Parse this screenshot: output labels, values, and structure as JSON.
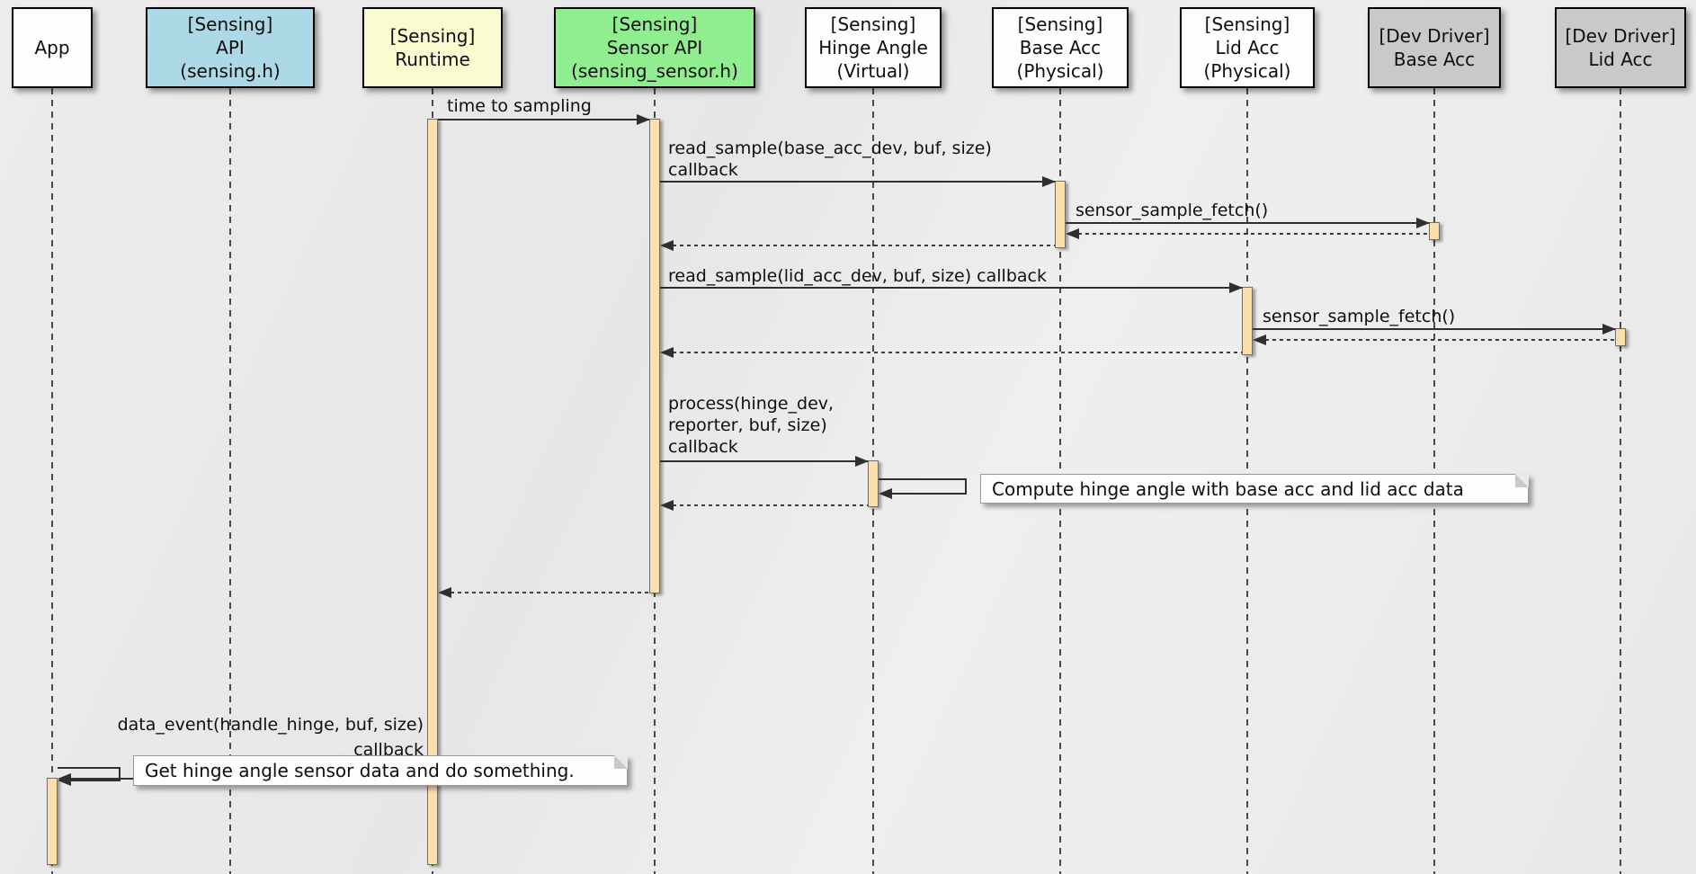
{
  "participants": [
    {
      "id": "app",
      "lines": [
        "App"
      ],
      "color": "#FEFEFE"
    },
    {
      "id": "sensing-api",
      "lines": [
        "[Sensing]",
        "API",
        "(sensing.h)"
      ],
      "color": "#ADD8E6"
    },
    {
      "id": "sensing-runtime",
      "lines": [
        "[Sensing]",
        "Runtime"
      ],
      "color": "#FBFBD0"
    },
    {
      "id": "sensing-sensor-api",
      "lines": [
        "[Sensing]",
        "Sensor API",
        "(sensing_sensor.h)"
      ],
      "color": "#90EE90"
    },
    {
      "id": "hinge-angle",
      "lines": [
        "[Sensing]",
        "Hinge Angle",
        "(Virtual)"
      ],
      "color": "#FEFEFE"
    },
    {
      "id": "base-acc",
      "lines": [
        "[Sensing]",
        "Base Acc",
        "(Physical)"
      ],
      "color": "#FEFEFE"
    },
    {
      "id": "lid-acc",
      "lines": [
        "[Sensing]",
        "Lid Acc",
        "(Physical)"
      ],
      "color": "#FEFEFE"
    },
    {
      "id": "dev-driver-base-acc",
      "lines": [
        "[Dev Driver]",
        "Base Acc"
      ],
      "color": "#C9C9C9"
    },
    {
      "id": "dev-driver-lid-acc",
      "lines": [
        "[Dev Driver]",
        "Lid Acc"
      ],
      "color": "#C9C9C9"
    }
  ],
  "messages": {
    "time_to_sampling": "time to sampling",
    "read_sample_base_l1": "read_sample(base_acc_dev, buf, size)",
    "read_sample_base_l2": "callback",
    "sensor_sample_fetch_1": "sensor_sample_fetch()",
    "read_sample_lid": "read_sample(lid_acc_dev, buf, size) callback",
    "sensor_sample_fetch_2": "sensor_sample_fetch()",
    "process_l1": "process(hinge_dev,",
    "process_l2": "reporter, buf, size)",
    "process_l3": "callback",
    "data_event_l1": "data_event(handle_hinge, buf, size)",
    "data_event_l2": "callback"
  },
  "notes": {
    "compute_hinge": "Compute hinge angle with base acc and lid acc data",
    "get_hinge": "Get hinge angle sensor data and do something."
  },
  "colors": {
    "background": "#E9E9E9",
    "activation_bar": "#FCE0AC",
    "arrow": "#2F2F2F",
    "lifeline": "#4A4A4A",
    "sensing_api_box": "#ADD8E6",
    "runtime_box": "#FBFBD0",
    "sensor_api_box": "#90EE90",
    "dev_driver_box": "#C9C9C9",
    "participant_default_box": "#FEFEFE",
    "note_bg": "#FEFEFE"
  }
}
